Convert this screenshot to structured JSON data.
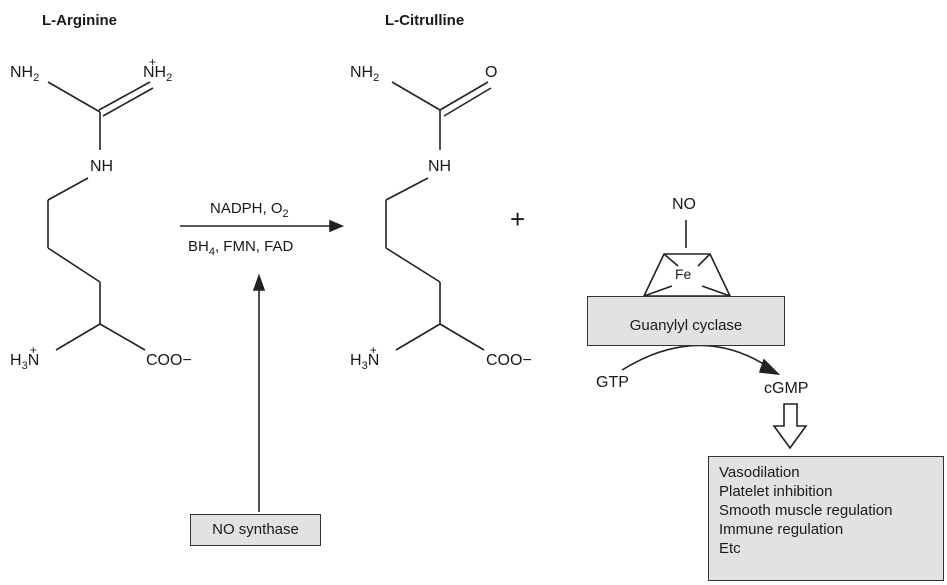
{
  "arginine": {
    "title": "L-Arginine",
    "nh2_left": "NH",
    "nh2_right": "NH",
    "nh": "NH",
    "h3n": "H",
    "coo": "COO"
  },
  "citrulline": {
    "title": "L-Citrulline",
    "nh2": "NH",
    "o": "O",
    "nh": "NH",
    "h3n": "H",
    "coo": "COO"
  },
  "reaction": {
    "conditions_top": "NADPH, O",
    "conditions_bottom": "BH",
    "conditions_bottom_rest": ", FMN, FAD",
    "plus": "+"
  },
  "enzyme": {
    "label": "NO synthase"
  },
  "guanylyl": {
    "no_label": "NO",
    "fe_label": "Fe",
    "box_label": "Guanylyl cyclase",
    "gtp": "GTP",
    "cgmp": "cGMP"
  },
  "effects": {
    "items": [
      "Vasodilation",
      "Platelet inhibition",
      "Smooth muscle regulation",
      "Immune regulation",
      "Etc"
    ]
  }
}
